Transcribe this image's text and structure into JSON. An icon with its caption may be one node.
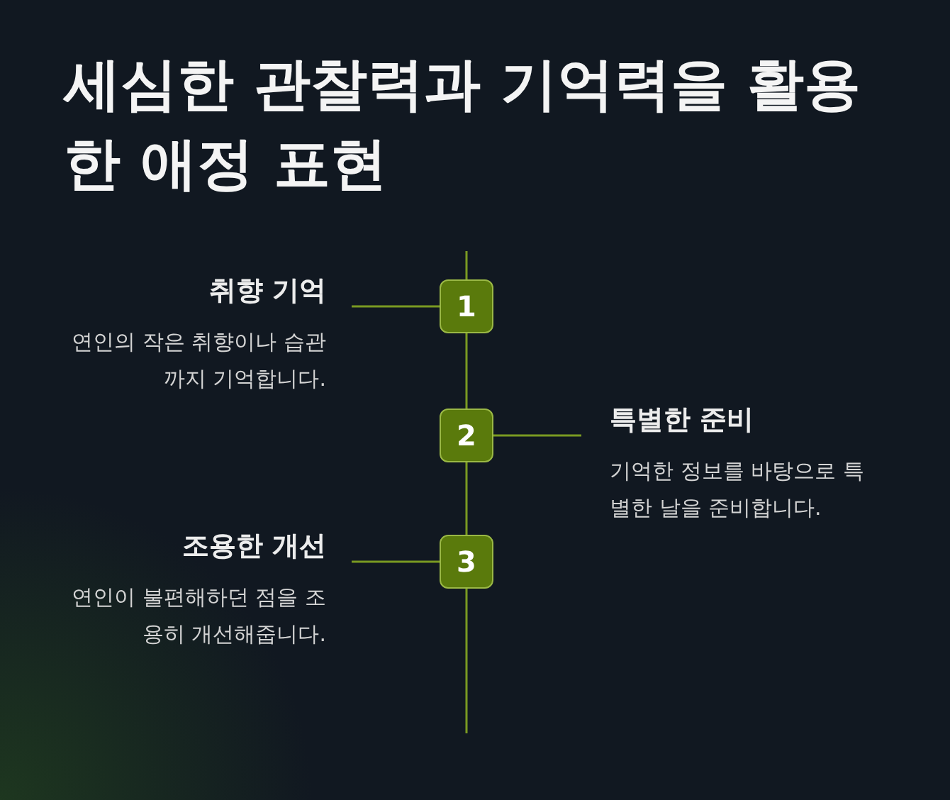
{
  "diagram": {
    "title": "세심한 관찰력과 기억력을 활용한 애정 표현",
    "nodes": [
      {
        "text": [
          "취향 기억",
          "연인의 작은 취향이나 습관까지 기억합니다."
        ]
      },
      {
        "text": [
          "1"
        ]
      },
      {
        "text": [
          "2"
        ]
      },
      {
        "text": [
          "특별한 준비",
          "기억한 정보를 바탕으로 특별한 날을 준비합니다."
        ]
      },
      {
        "text": [
          "3"
        ]
      },
      {
        "text": [
          "조용한 개선",
          "연인이 불편해하던 점을 조용히 개선해줍니다."
        ]
      }
    ],
    "edges": [
      {
        "from": 1,
        "to": 0,
        "arrow": "none"
      },
      {
        "from": 1,
        "to": 2,
        "arrow": "none"
      },
      {
        "from": 2,
        "to": 3,
        "arrow": "none"
      },
      {
        "from": 2,
        "to": 4,
        "arrow": "none"
      },
      {
        "from": 4,
        "to": 5,
        "arrow": "none"
      }
    ]
  }
}
